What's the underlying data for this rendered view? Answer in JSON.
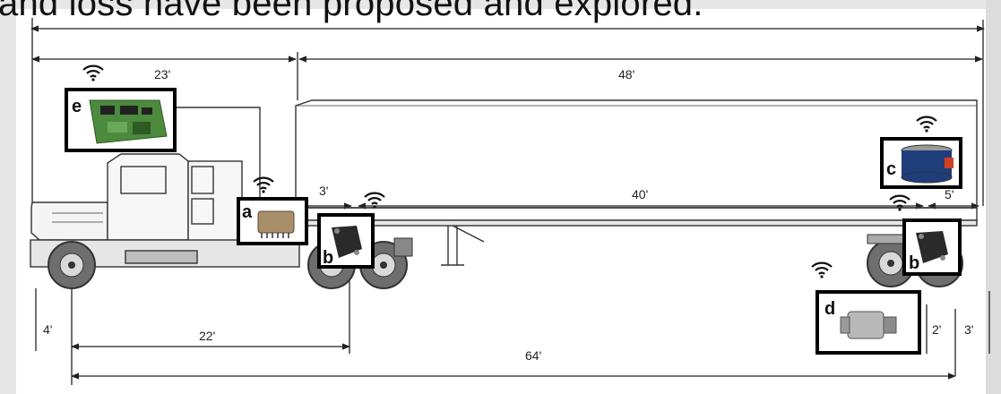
{
  "caption": "and loss have been proposed and explored.",
  "dimensions": {
    "cab": "23'",
    "trailer": "48'",
    "gap": "3'",
    "trailer_span": "40'",
    "rear_offset": "5'",
    "front_height": "4'",
    "cab_to_axle": "22'",
    "total": "64'",
    "sensor_height": "2'",
    "rear_height": "3'"
  },
  "sensors": {
    "a": "a",
    "b1": "b",
    "b2": "b",
    "c": "c",
    "d": "d",
    "e": "e"
  }
}
